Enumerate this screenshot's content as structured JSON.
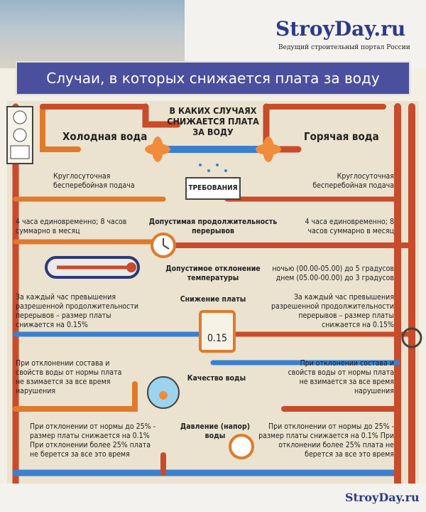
{
  "brand": "StroyDay.ru",
  "tagline": "Ведущий строительный портал России",
  "title": "Случаи, в которых снижается плата за воду",
  "center_heading": "В КАКИХ СЛУЧАЯХ СНИЖАЕТСЯ ПЛАТА ЗА ВОДУ",
  "cold_water": "Холодная вода",
  "hot_water": "Горячая вода",
  "requirements_label": "ТРЕБОВАНИЯ",
  "left": {
    "supply": "Круглосуточная бесперебойная подача",
    "interruptions": "4 часа единовременно; 8 часов суммарно в месяц",
    "payment": "За каждый час превышения разрешенной продолжительности перерывов – размер платы снижается на 0.15%",
    "quality": "При отклонении состава и свойств воды от нормы плата не взимается за все время нарушения",
    "pressure": "При отклонении от нормы до 25% - размер платы снижается на 0.1% При отклонении более 25% плата не берется за все это время"
  },
  "right": {
    "supply": "Круглосуточная бесперебойная подача",
    "interruptions": "4 часа единовременно; 8 часов суммарно в месяц",
    "temperature": "ночью (00.00-05.00) до 5 градусов днем (05.00-00.00) до 3 градусов",
    "payment": "За каждый час превышения разрешенной продолжительности перерывов – размер платы снижается на 0.15%",
    "quality": "При отклонении состава и свойств воды от нормы плата не взимается за все время нарушения",
    "pressure": "При отклонении от нормы до 25% - размер платы снижается на 0.1% При отклонении более 25% плата не берется за все это время"
  },
  "center": {
    "interruptions": "Допустимая продолжительность перерывов",
    "temperature": "Допустимое отклонение температуры",
    "payment": "Снижение платы",
    "meter_value": "0.15",
    "quality": "Качество воды",
    "pressure": "Давление (напор) воды"
  },
  "brand_bottom": "StroyDay.ru"
}
